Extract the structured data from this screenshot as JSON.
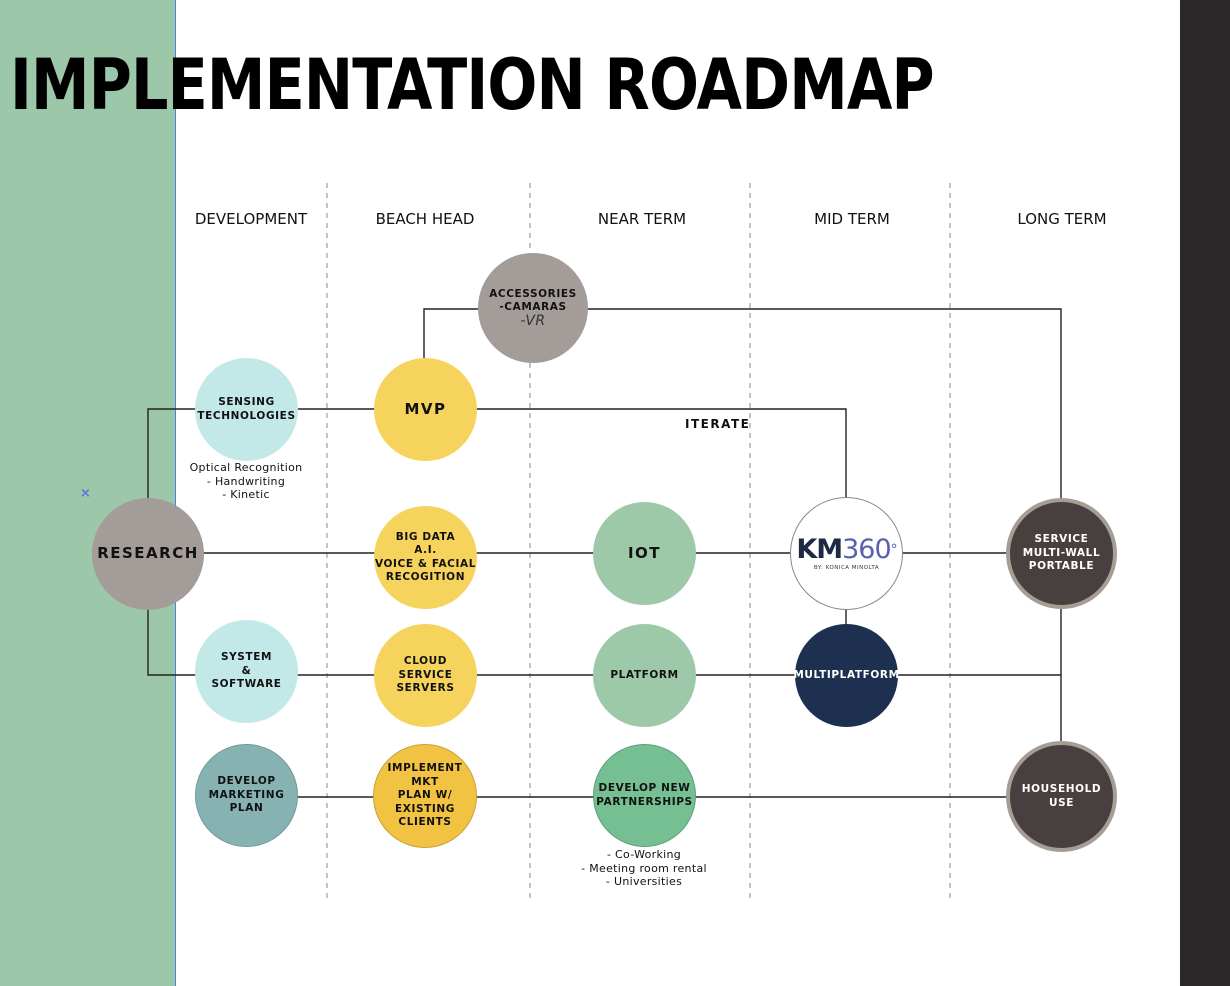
{
  "title": "IMPLEMENTATION ROADMAP",
  "columns": [
    "DEVELOPMENT",
    "BEACH HEAD",
    "NEAR TERM",
    "MID TERM",
    "LONG TERM"
  ],
  "colors": {
    "left_panel": "#9cc7a9",
    "right_panel": "#2c2728",
    "light_teal": "#c3e8e8",
    "yellow": "#f5d35d",
    "sage_green": "#9dc9a9",
    "gray_taupe": "#a39c98",
    "navy": "#1e3050",
    "dark_brown": "#48403f"
  },
  "nodes": {
    "research": "RESEARCH",
    "sensing": "SENSING\nTECHNOLOGIES",
    "system": "SYSTEM\n&\nSOFTWARE",
    "marketing": "DEVELOP\nMARKETING\nPLAN",
    "mvp": "MVP",
    "bigdata": "BIG DATA\nA.I.\nVOICE & FACIAL\nRECOGITION",
    "cloud": "CLOUD\nSERVICE\nSERVERS",
    "mkt_plan": "IMPLEMENT MKT\nPLAN W/ EXISTING\nCLIENTS",
    "accessories": "ACCESSORIES\n-CAMARAS",
    "accessories_vr": "-VR",
    "iot": "IOT",
    "platform": "PLATFORM",
    "partnerships": "DEVELOP NEW\nPARTNERSHIPS",
    "km360_k": "KM",
    "km360_n": "360",
    "km360_deg": "°",
    "km360_by": "BY: KONICA MINOLTA",
    "multiplatform": "MULTIPLATFORM",
    "service": "SERVICE\nMULTI-WALL\nPORTABLE",
    "household": "HOUSEHOLD\nUSE"
  },
  "notes": {
    "optical": "Optical Recognition\n- Handwriting\n- Kinetic",
    "partners": "- Co-Working\n- Meeting room rental\n- Universities"
  },
  "iterate_label": "ITERATE"
}
